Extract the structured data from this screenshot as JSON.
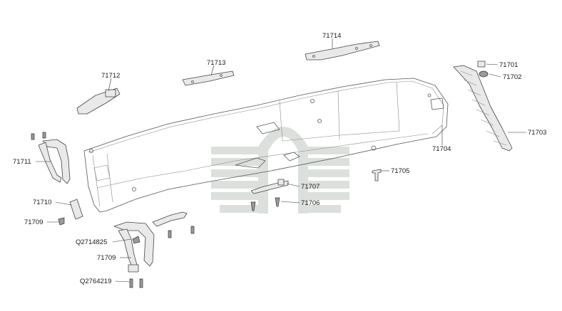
{
  "diagram": {
    "part_labels": {
      "p71714": "71714",
      "p71713": "71713",
      "p71712": "71712",
      "p71701": "71701",
      "p71702": "71702",
      "p71703": "71703",
      "p71704": "71704",
      "p71705": "71705",
      "p71707": "71707",
      "p71706": "71706",
      "p71711": "71711",
      "p71710": "71710",
      "p71709a": "71709",
      "pQ2714825": "Q2714825",
      "p71709b": "71709",
      "pQ2764219": "Q2764219"
    },
    "watermark_icon": "emblem-watermark"
  }
}
